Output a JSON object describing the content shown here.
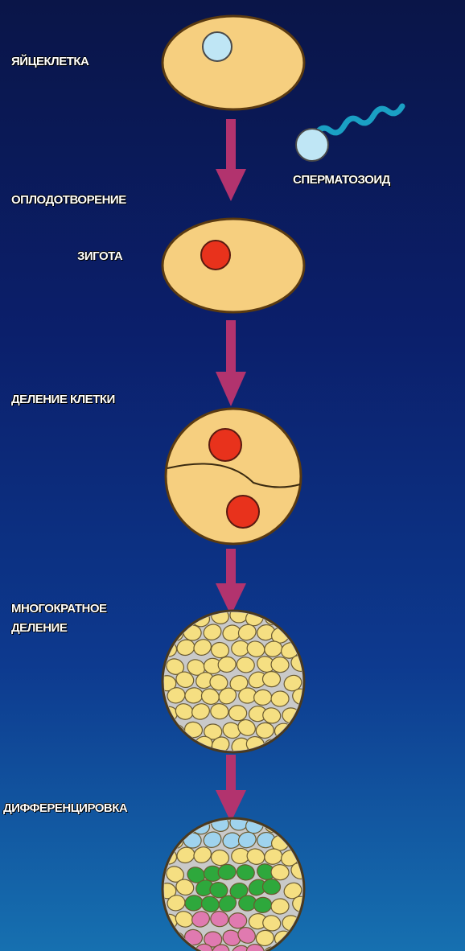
{
  "labels": {
    "egg": "ЯЙЦЕКЛЕТКА",
    "sperm": "СПЕРМАТОЗОИД",
    "fertilization": "ОПЛОДОТВОРЕНИЕ",
    "zygote": "ЗИГОТА",
    "cell_division": "ДЕЛЕНИЕ КЛЕТКИ",
    "multiple_division_line1": "МНОГОКРАТНОЕ",
    "multiple_division_line2": "ДЕЛЕНИЕ",
    "differentiation": "ДИФФЕРЕНЦИРОВКА"
  },
  "colors": {
    "cell_fill": "#f6cf7f",
    "cell_outline": "#5a3a10",
    "nucleus_egg": "#bfe6f5",
    "nucleus_zygote": "#e8321c",
    "arrow": "#b2336e",
    "sperm_tail": "#1aa0c4",
    "cluster_yellow": "#f5df82",
    "cluster_blue": "#9fd3ee",
    "cluster_green": "#2ea83c",
    "cluster_pink": "#e07ab0"
  }
}
